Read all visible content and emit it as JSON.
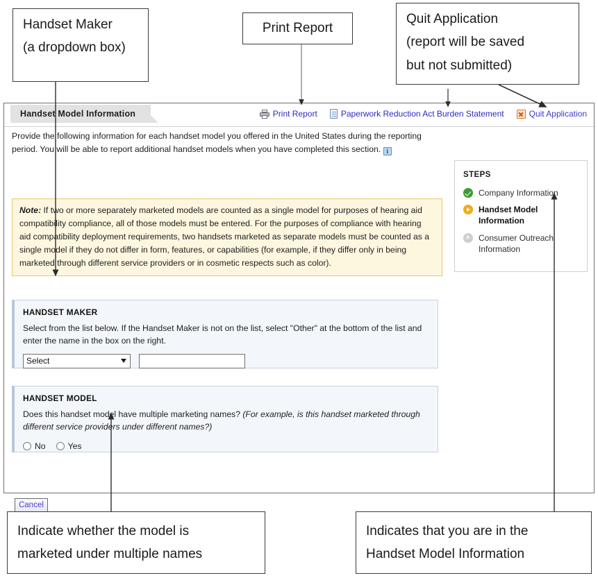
{
  "annotations": {
    "handset_maker": {
      "line1": "Handset Maker",
      "line2": "(a dropdown box)"
    },
    "print_report": {
      "line1": "Print Report"
    },
    "quit_application": {
      "line1": "Quit Application",
      "line2": "(report will be saved",
      "line3": "but not submitted)"
    },
    "indicate_model": {
      "line1": "Indicate whether the model is",
      "line2": "marketed under multiple names"
    },
    "indicates_step": {
      "line1": "Indicates that you are in the",
      "line2": "Handset Model Information"
    }
  },
  "app": {
    "tab_label": "Handset Model Information",
    "header_links": [
      {
        "label": "Print Report",
        "icon": "printer-icon"
      },
      {
        "label": "Paperwork Reduction Act Burden Statement",
        "icon": "document-icon"
      },
      {
        "label": "Quit Application",
        "icon": "quit-icon"
      }
    ],
    "intro": "Provide the following information for each handset model you offered in the United States during the reporting period. You will be able to report additional handset models when you have completed this section.",
    "intro_info_icon": "i",
    "note": {
      "label": "Note:",
      "text": " If two or more separately marketed models are counted as a single model for purposes of hearing aid compatibility compliance, all of those models must be entered.  For the purposes of compliance with hearing aid compatibility deployment requirements, two handsets marketed as separate models must be counted as a single model if they do not differ in form, features, or capabilities (for example, if they differ only in being marketed through different service providers or in cosmetic respects such as color)."
    },
    "steps": {
      "title": "STEPS",
      "items": [
        {
          "label": "Company Information",
          "state": "done"
        },
        {
          "label": "Handset Model Information",
          "state": "active"
        },
        {
          "label": "Consumer Outreach Information",
          "state": "todo"
        }
      ]
    },
    "handset_maker": {
      "title": "HANDSET MAKER",
      "instructions": "Select from the list below. If the Handset Maker is not on the list, select \"Other\" at the bottom of the list and enter the name in the box on the right.",
      "select_value": "Select",
      "other_value": "",
      "other_placeholder": ""
    },
    "handset_model": {
      "title": "HANDSET MODEL",
      "question": "Does this handset model have multiple marketing names? ",
      "question_italic": "(For example, is this handset marketed through different service providers under different names?)",
      "options": [
        {
          "label": "No",
          "selected": false
        },
        {
          "label": "Yes",
          "selected": false
        }
      ]
    },
    "cancel_label": "Cancel"
  },
  "colors": {
    "link": "#2b2bc6",
    "note_bg": "#fdf7e0",
    "note_border": "#e8c76b",
    "panel_bg": "#f3f6fb",
    "step_done": "#3f9b35",
    "step_active": "#f2ab19",
    "step_todo": "#cfcfcf",
    "quit_icon": "#e2761b",
    "cancel_text": "#4b3fd8"
  }
}
